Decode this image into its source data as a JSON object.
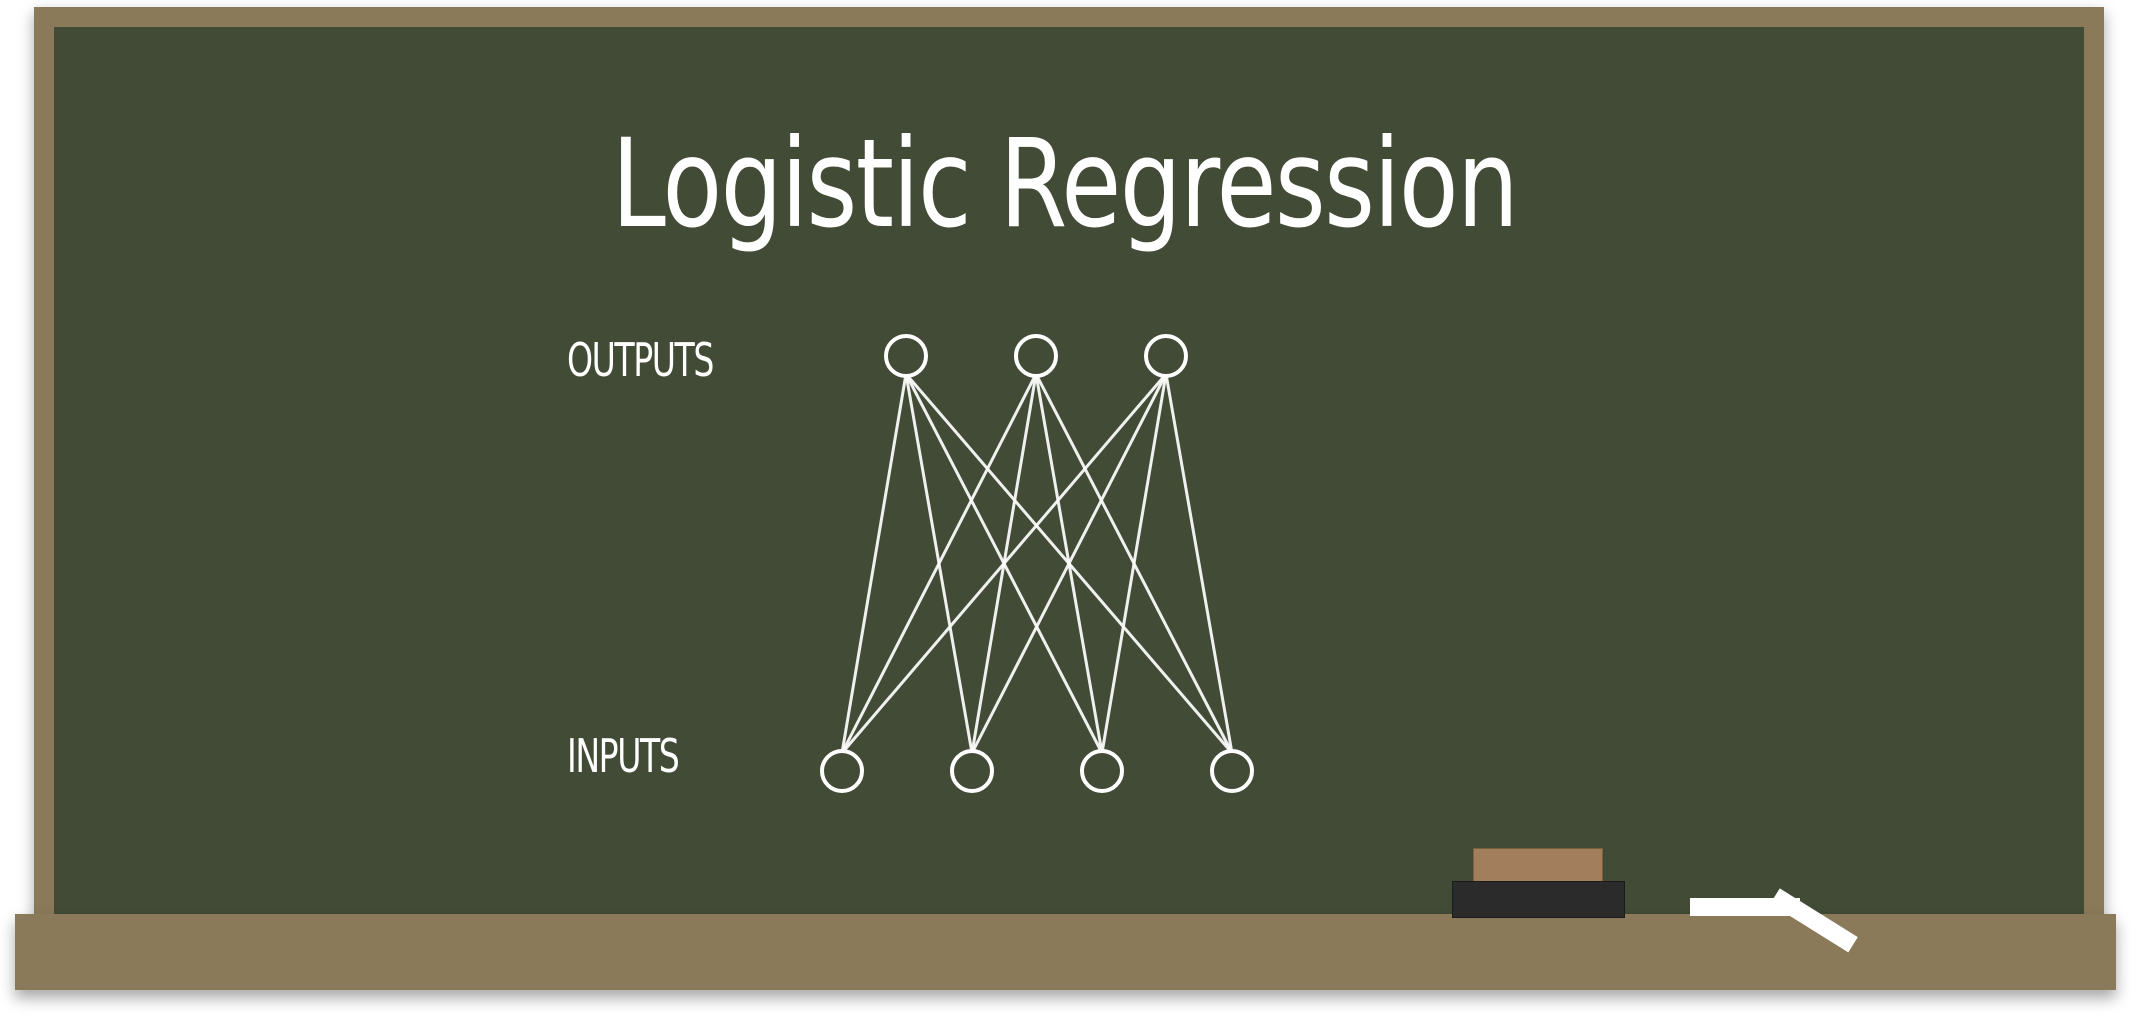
{
  "board": {
    "title": "Logistic Regression",
    "outputs_label": "OUTPUTS",
    "inputs_label": "INPUTS"
  },
  "network": {
    "output_node_count": 3,
    "input_node_count": 4,
    "connections": "fully-connected"
  },
  "colors": {
    "board": "#424b36",
    "frame": "#8b7a5a",
    "chalk": "#ffffff",
    "eraser_felt": "#a27e5c",
    "eraser_base": "#2b2b2b"
  }
}
